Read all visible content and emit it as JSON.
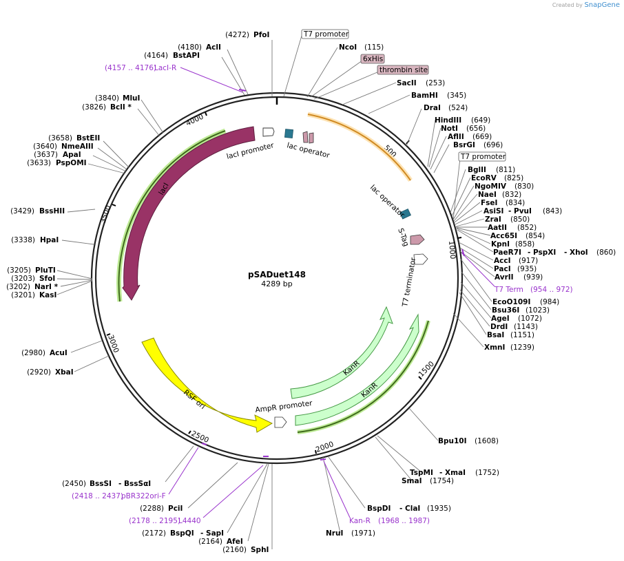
{
  "branding": {
    "created_by": "Created by",
    "app": "SnapGene"
  },
  "plasmid": {
    "name": "pSADuet148",
    "length_label": "4289 bp",
    "length": 4289
  },
  "ticks": [
    "500",
    "1000",
    "1500",
    "2000",
    "2500",
    "3000",
    "3500",
    "4000"
  ],
  "boxed_labels": [
    "T7 promoter",
    "6xHis",
    "thrombin site",
    "T7 promoter"
  ],
  "enzymes": [
    {
      "name": "PfoI",
      "pos": "(4272)"
    },
    {
      "name": "AclI",
      "pos": "(4180)"
    },
    {
      "name": "BstAPI",
      "pos": "(4164)"
    },
    {
      "name": "MluI",
      "pos": "(3840)"
    },
    {
      "name": "BclI *",
      "pos": "(3826)"
    },
    {
      "name": "BstEII",
      "pos": "(3658)"
    },
    {
      "name": "NmeAIII",
      "pos": "(3640)"
    },
    {
      "name": "ApaI",
      "pos": "(3637)"
    },
    {
      "name": "PspOMI",
      "pos": "(3633)"
    },
    {
      "name": "BssHII",
      "pos": "(3429)"
    },
    {
      "name": "HpaI",
      "pos": "(3338)"
    },
    {
      "name": "PluTI",
      "pos": "(3205)"
    },
    {
      "name": "SfoI",
      "pos": "(3203)"
    },
    {
      "name": "NarI *",
      "pos": "(3202)"
    },
    {
      "name": "KasI",
      "pos": "(3201)"
    },
    {
      "name": "AcuI",
      "pos": "(2980)"
    },
    {
      "name": "XbaI",
      "pos": "(2920)"
    },
    {
      "name": "BssSI",
      "pos": "(2450)"
    },
    {
      "name": "PciI",
      "pos": "(2288)"
    },
    {
      "name": "BspQI",
      "pos": "(2172)"
    },
    {
      "name": "AfeI",
      "pos": "(2164)"
    },
    {
      "name": "SphI",
      "pos": "(2160)"
    },
    {
      "name": "NruI",
      "pos": "(1971)"
    },
    {
      "name": "BspDI",
      "pos": "(1935)"
    },
    {
      "name": "SmaI",
      "pos": "(1754)"
    },
    {
      "name": "TspMI",
      "pos": "(1752)"
    },
    {
      "name": "Bpu10I",
      "pos": "(1608)"
    },
    {
      "name": "XmnI",
      "pos": "(1239)"
    },
    {
      "name": "BsaI",
      "pos": "(1151)"
    },
    {
      "name": "DrdI",
      "pos": "(1143)"
    },
    {
      "name": "AgeI",
      "pos": "(1072)"
    },
    {
      "name": "Bsu36I",
      "pos": "(1023)"
    },
    {
      "name": "EcoO109I",
      "pos": "(984)"
    },
    {
      "name": "AvrII",
      "pos": "(939)"
    },
    {
      "name": "PacI",
      "pos": "(935)"
    },
    {
      "name": "AccI",
      "pos": "(917)"
    },
    {
      "name": "PaeR7I",
      "pos": "(860)"
    },
    {
      "name": "KpnI",
      "pos": "(858)"
    },
    {
      "name": "Acc65I",
      "pos": "(854)"
    },
    {
      "name": "AatII",
      "pos": "(852)"
    },
    {
      "name": "ZraI",
      "pos": "(850)"
    },
    {
      "name": "AsiSI",
      "pos": "(843)"
    },
    {
      "name": "FseI",
      "pos": "(834)"
    },
    {
      "name": "NaeI",
      "pos": "(832)"
    },
    {
      "name": "NgoMIV",
      "pos": "(830)"
    },
    {
      "name": "EcoRV",
      "pos": "(825)"
    },
    {
      "name": "BglII",
      "pos": "(811)"
    },
    {
      "name": "BsrGI",
      "pos": "(696)"
    },
    {
      "name": "AflII",
      "pos": "(669)"
    },
    {
      "name": "NotI",
      "pos": "(656)"
    },
    {
      "name": "HindIII",
      "pos": "(649)"
    },
    {
      "name": "DraI",
      "pos": "(524)"
    },
    {
      "name": "BamHI",
      "pos": "(345)"
    },
    {
      "name": "SacII",
      "pos": "(253)"
    },
    {
      "name": "NcoI",
      "pos": "(115)"
    }
  ],
  "joined_enzymes": {
    "pvui": "- PvuI",
    "pspxi": "- PspXI",
    "xhoi": "- XhoI",
    "clai": "- ClaI",
    "xmai": "- XmaI",
    "sapi": "- SapI",
    "bsssai": "- BssSαI"
  },
  "primers": [
    {
      "name": "LacI-R",
      "range": "(4157 .. 4176)"
    },
    {
      "name": "T7 Term",
      "range": "(954 .. 972)"
    },
    {
      "name": "Kan-R",
      "range": "(1968 .. 1987)"
    },
    {
      "name": "L4440",
      "range": "(2178 .. 2195)"
    },
    {
      "name": "pBR322ori-F",
      "range": "(2418 .. 2437)"
    }
  ],
  "features": {
    "laci": "lacI",
    "laci_promoter": "lacI promoter",
    "lac_operator_1": "lac operator",
    "lac_operator_2": "lac operator",
    "s_tag": "S-Tag",
    "t7_terminator": "T7 terminator",
    "kanr_1": "KanR",
    "kanr_2": "KanR",
    "ampr_promoter": "AmpR promoter",
    "rsf_ori": "RSF ori"
  },
  "colors": {
    "laci": "#993366",
    "orange_cds": "#f0b454",
    "kanr": "#ccffcc",
    "rsf_ori": "#ffff00",
    "primer": "#9933cc",
    "lac_operator": "#2a7890",
    "pink_feature": "#cc99aa"
  }
}
